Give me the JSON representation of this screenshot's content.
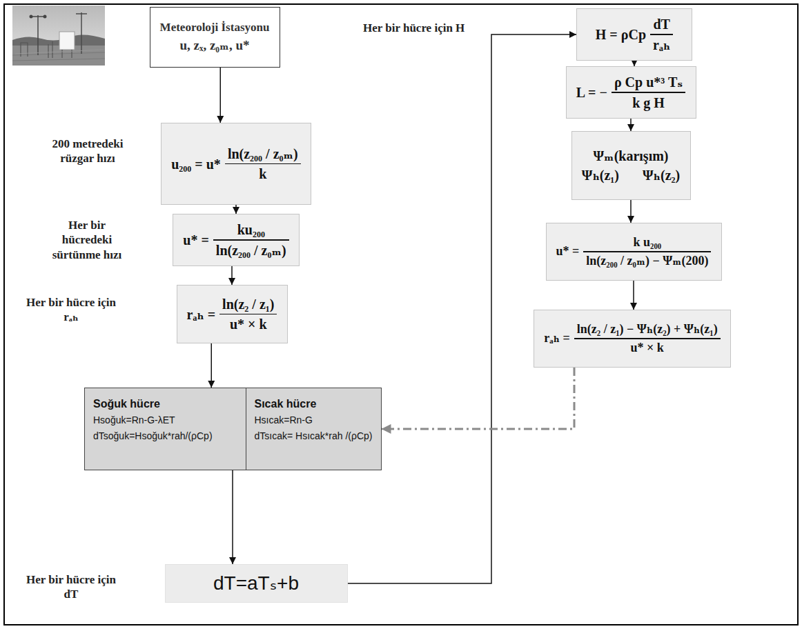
{
  "diagram": {
    "nodes": [
      {
        "text": [
          "Meteoroloji İstasyonu",
          "u, zₓ, z₀ₘ, u*"
        ]
      },
      {
        "text": [
          "u₂₀₀ = u*",
          "ln(z₂₀₀ / z₀ₘ)",
          "k"
        ]
      },
      {
        "text": [
          "u* =",
          "ku₂₀₀",
          "ln(z₂₀₀ / z₀ₘ)"
        ]
      },
      {
        "text": [
          "rₐₕ =",
          "ln(z₂ / z₁)",
          "u* × k"
        ]
      },
      {
        "text": [
          "Soğuk hücre",
          "Hsoğuk=Rn-G-λET",
          "dTsoğuk=Hsoğuk*rah/(ρCp)"
        ]
      },
      {
        "text": [
          "Sıcak hücre",
          "Hsıcak=Rn-G",
          "dTsıcak= Hsıcak*rah /(ρCp)"
        ]
      },
      {
        "text": [
          "dT=aTₛ+b"
        ]
      },
      {
        "text": [
          "H = ρCp",
          "dT",
          "rₐₕ"
        ]
      },
      {
        "text": [
          "L = −",
          "ρ Cp u*³ Tₛ",
          "k g H"
        ]
      },
      {
        "text": [
          "Ψₘ(karışım)",
          "Ψₕ(z₁)",
          "Ψₕ(z₂)"
        ]
      },
      {
        "text": [
          "u* =",
          "k u₂₀₀",
          "ln(z₂₀₀ / z₀ₘ) − Ψₘ(200)"
        ]
      },
      {
        "text": [
          "rₐₕ =",
          "ln(z₂ / z₁) − Ψₕ(z₂) + Ψₕ(z₁)",
          "u* × k"
        ]
      }
    ],
    "edges": [
      {
        "from": 0,
        "to": 1,
        "arrow": "to"
      },
      {
        "from": 1,
        "to": 2,
        "arrow": "to"
      },
      {
        "from": 2,
        "to": 3,
        "arrow": "to"
      },
      {
        "from": 3,
        "to": 4,
        "arrow": "to"
      },
      {
        "from": 4,
        "to": 6,
        "arrow": "to"
      },
      {
        "from": 6,
        "to": 7,
        "arrow": "to"
      },
      {
        "from": 7,
        "to": 8,
        "arrow": "to"
      },
      {
        "from": 8,
        "to": 9,
        "arrow": "to"
      },
      {
        "from": 9,
        "to": 10,
        "arrow": "to"
      },
      {
        "from": 10,
        "to": 11,
        "arrow": "to"
      },
      {
        "from": 11,
        "to": 5,
        "arrow": "to"
      }
    ],
    "labels": [
      "200 metredeki rüzgar hızı",
      "Her bir hücredeki sürtünme hızı",
      "Her bir hücre için rₐₕ",
      "Her bir hücre için dT",
      "Her bir hücre için H"
    ]
  }
}
